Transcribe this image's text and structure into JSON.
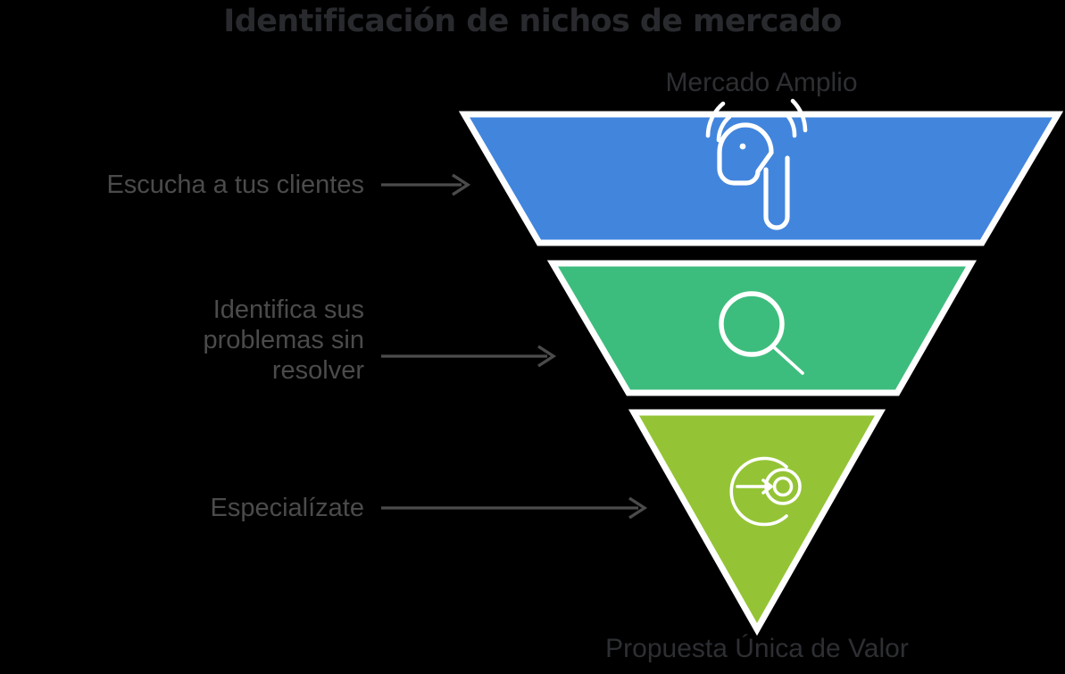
{
  "diagram": {
    "title": "Identificación de nichos de mercado",
    "type": "inverted-funnel",
    "top_label": "Mercado Amplio",
    "bottom_label": "Propuesta Única de Valor",
    "title_color": "#282a2e",
    "label_color": "#2d2f33",
    "step_label_color": "#4b4b4b",
    "background_color": "#000000",
    "segment_border_color": "#ffffff",
    "steps": [
      {
        "label": "Escucha a tus clientes",
        "color": "#4285dd",
        "icon": "earbud-listening-icon",
        "shape": "trapezoid"
      },
      {
        "label": "Identifica sus\nproblemas sin\nresolver",
        "color": "#3dbd7d",
        "icon": "magnifier-search-icon",
        "shape": "trapezoid"
      },
      {
        "label": "Especialízate",
        "color": "#94c435",
        "icon": "target-arrow-icon",
        "shape": "triangle"
      }
    ],
    "arrows": [
      {
        "name": "arrow-to-step-1",
        "length": 102
      },
      {
        "name": "arrow-to-step-2",
        "length": 198
      },
      {
        "name": "arrow-to-step-3",
        "length": 300
      }
    ]
  }
}
